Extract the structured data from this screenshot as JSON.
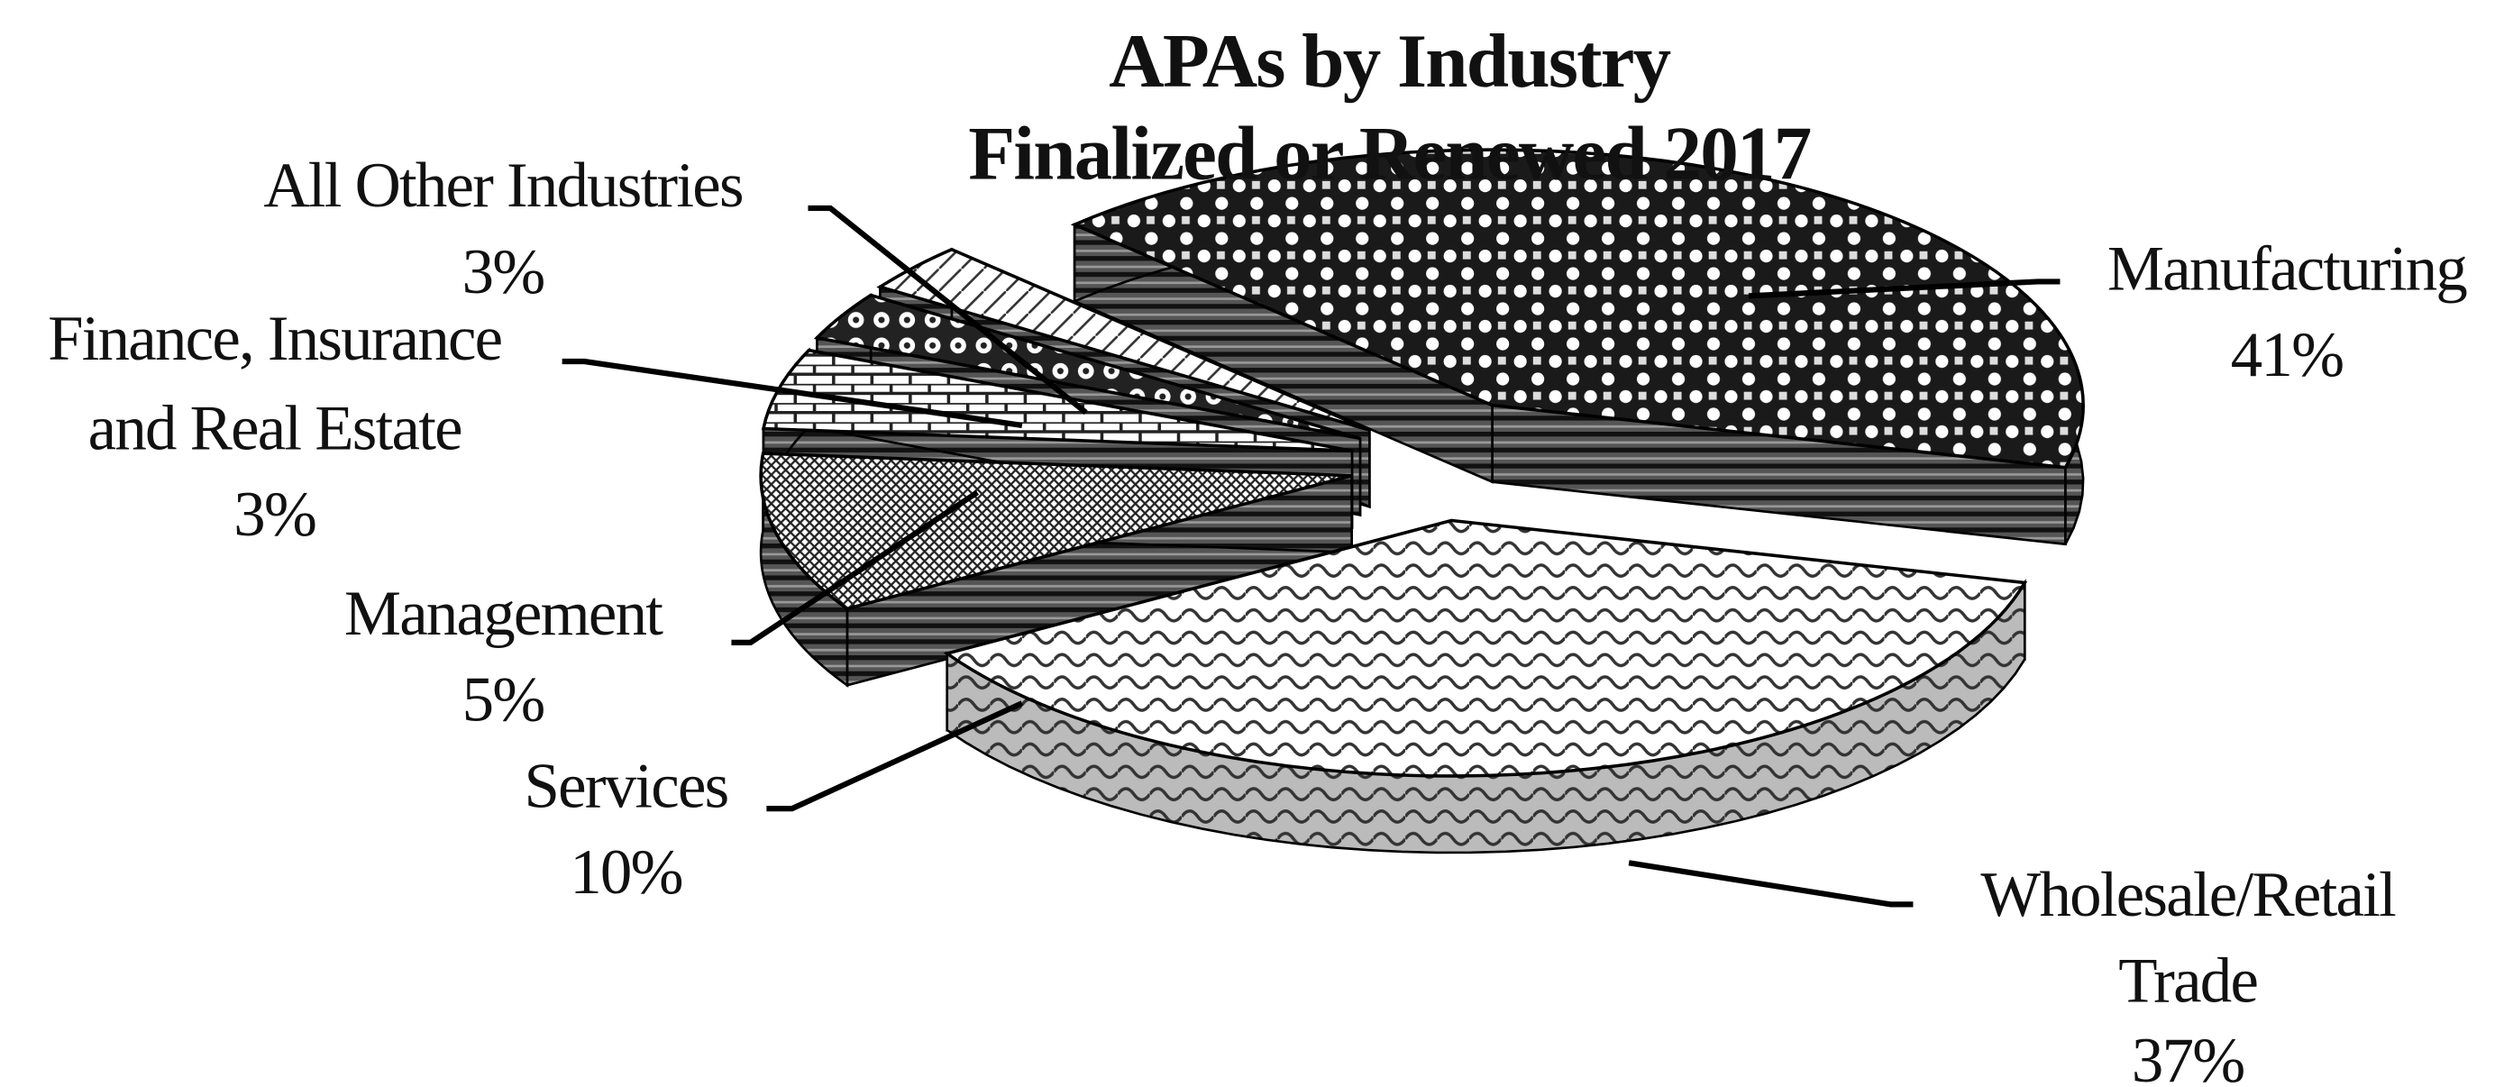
{
  "chart_data": {
    "type": "pie",
    "style": "3d-exploded",
    "title_lines": [
      "APAs by Industry",
      "Finalized or Renewed 2017"
    ],
    "unit": "%",
    "slices": [
      {
        "label_lines": [
          "Manufacturing"
        ],
        "value": 41,
        "pct_label": "41%"
      },
      {
        "label_lines": [
          "Wholesale/Retail",
          "Trade"
        ],
        "value": 37,
        "pct_label": "37%"
      },
      {
        "label_lines": [
          "Services"
        ],
        "value": 10,
        "pct_label": "10%"
      },
      {
        "label_lines": [
          "Management"
        ],
        "value": 5,
        "pct_label": "5%"
      },
      {
        "label_lines": [
          "Finance, Insurance",
          "and Real Estate"
        ],
        "value": 3,
        "pct_label": "3%"
      },
      {
        "label_lines": [
          "All Other Industries"
        ],
        "value": 3,
        "pct_label": "3%"
      }
    ],
    "legend": "none (leader-line labels)"
  }
}
